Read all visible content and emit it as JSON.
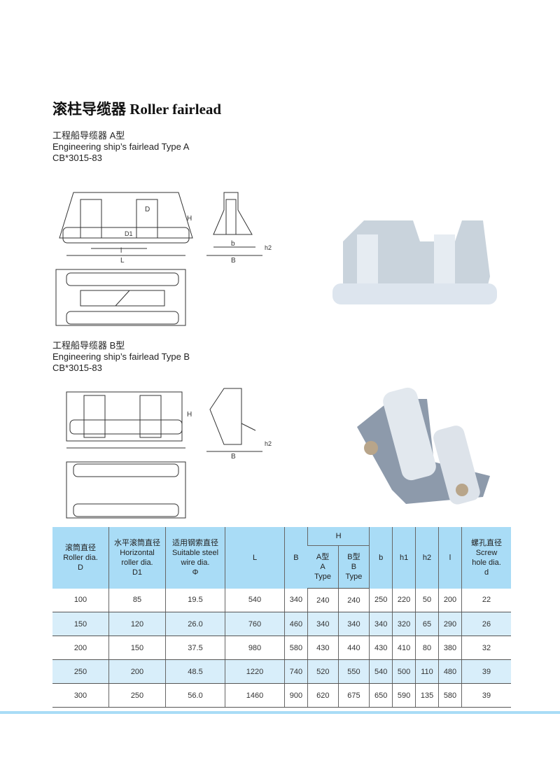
{
  "title": "滚柱导缆器 Roller fairlead",
  "type_a": {
    "cn": "工程船导缆器 A型",
    "en": "Engineering ship’s fairlead Type A",
    "std": "CB*3015-83"
  },
  "type_b": {
    "cn": "工程船导缆器 B型",
    "en": "Engineering ship’s fairlead Type B",
    "std": "CB*3015-83"
  },
  "drawing_labels": {
    "H": "H",
    "D": "D",
    "D1": "D1",
    "l": "l",
    "L": "L",
    "b": "b",
    "B": "B",
    "h2": "h2"
  },
  "table": {
    "headers": {
      "D": [
        "滚筒直径",
        "Roller dia.",
        "D"
      ],
      "D1": [
        "水平滚筒直径",
        "Horizontal",
        "roller dia.",
        "D1"
      ],
      "phi": [
        "适用钢索直径",
        "Suitable steel",
        "wire dia.",
        "Φ"
      ],
      "L": "L",
      "B": "B",
      "H": "H",
      "HA": [
        "A型",
        "A",
        "Type"
      ],
      "HB": [
        "B型",
        "B",
        "Type"
      ],
      "b": "b",
      "h1": "h1",
      "h2": "h2",
      "l": "l",
      "d": [
        "螺孔直径",
        "Screw",
        "hole dia.",
        "d"
      ]
    },
    "rows": [
      [
        "100",
        "85",
        "19.5",
        "540",
        "340",
        "240",
        "240",
        "250",
        "220",
        "50",
        "200",
        "22"
      ],
      [
        "150",
        "120",
        "26.0",
        "760",
        "460",
        "340",
        "340",
        "340",
        "320",
        "65",
        "290",
        "26"
      ],
      [
        "200",
        "150",
        "37.5",
        "980",
        "580",
        "430",
        "440",
        "430",
        "410",
        "80",
        "380",
        "32"
      ],
      [
        "250",
        "200",
        "48.5",
        "1220",
        "740",
        "520",
        "550",
        "540",
        "500",
        "110",
        "480",
        "39"
      ],
      [
        "300",
        "250",
        "56.0",
        "1460",
        "900",
        "620",
        "675",
        "650",
        "590",
        "135",
        "580",
        "39"
      ]
    ]
  }
}
